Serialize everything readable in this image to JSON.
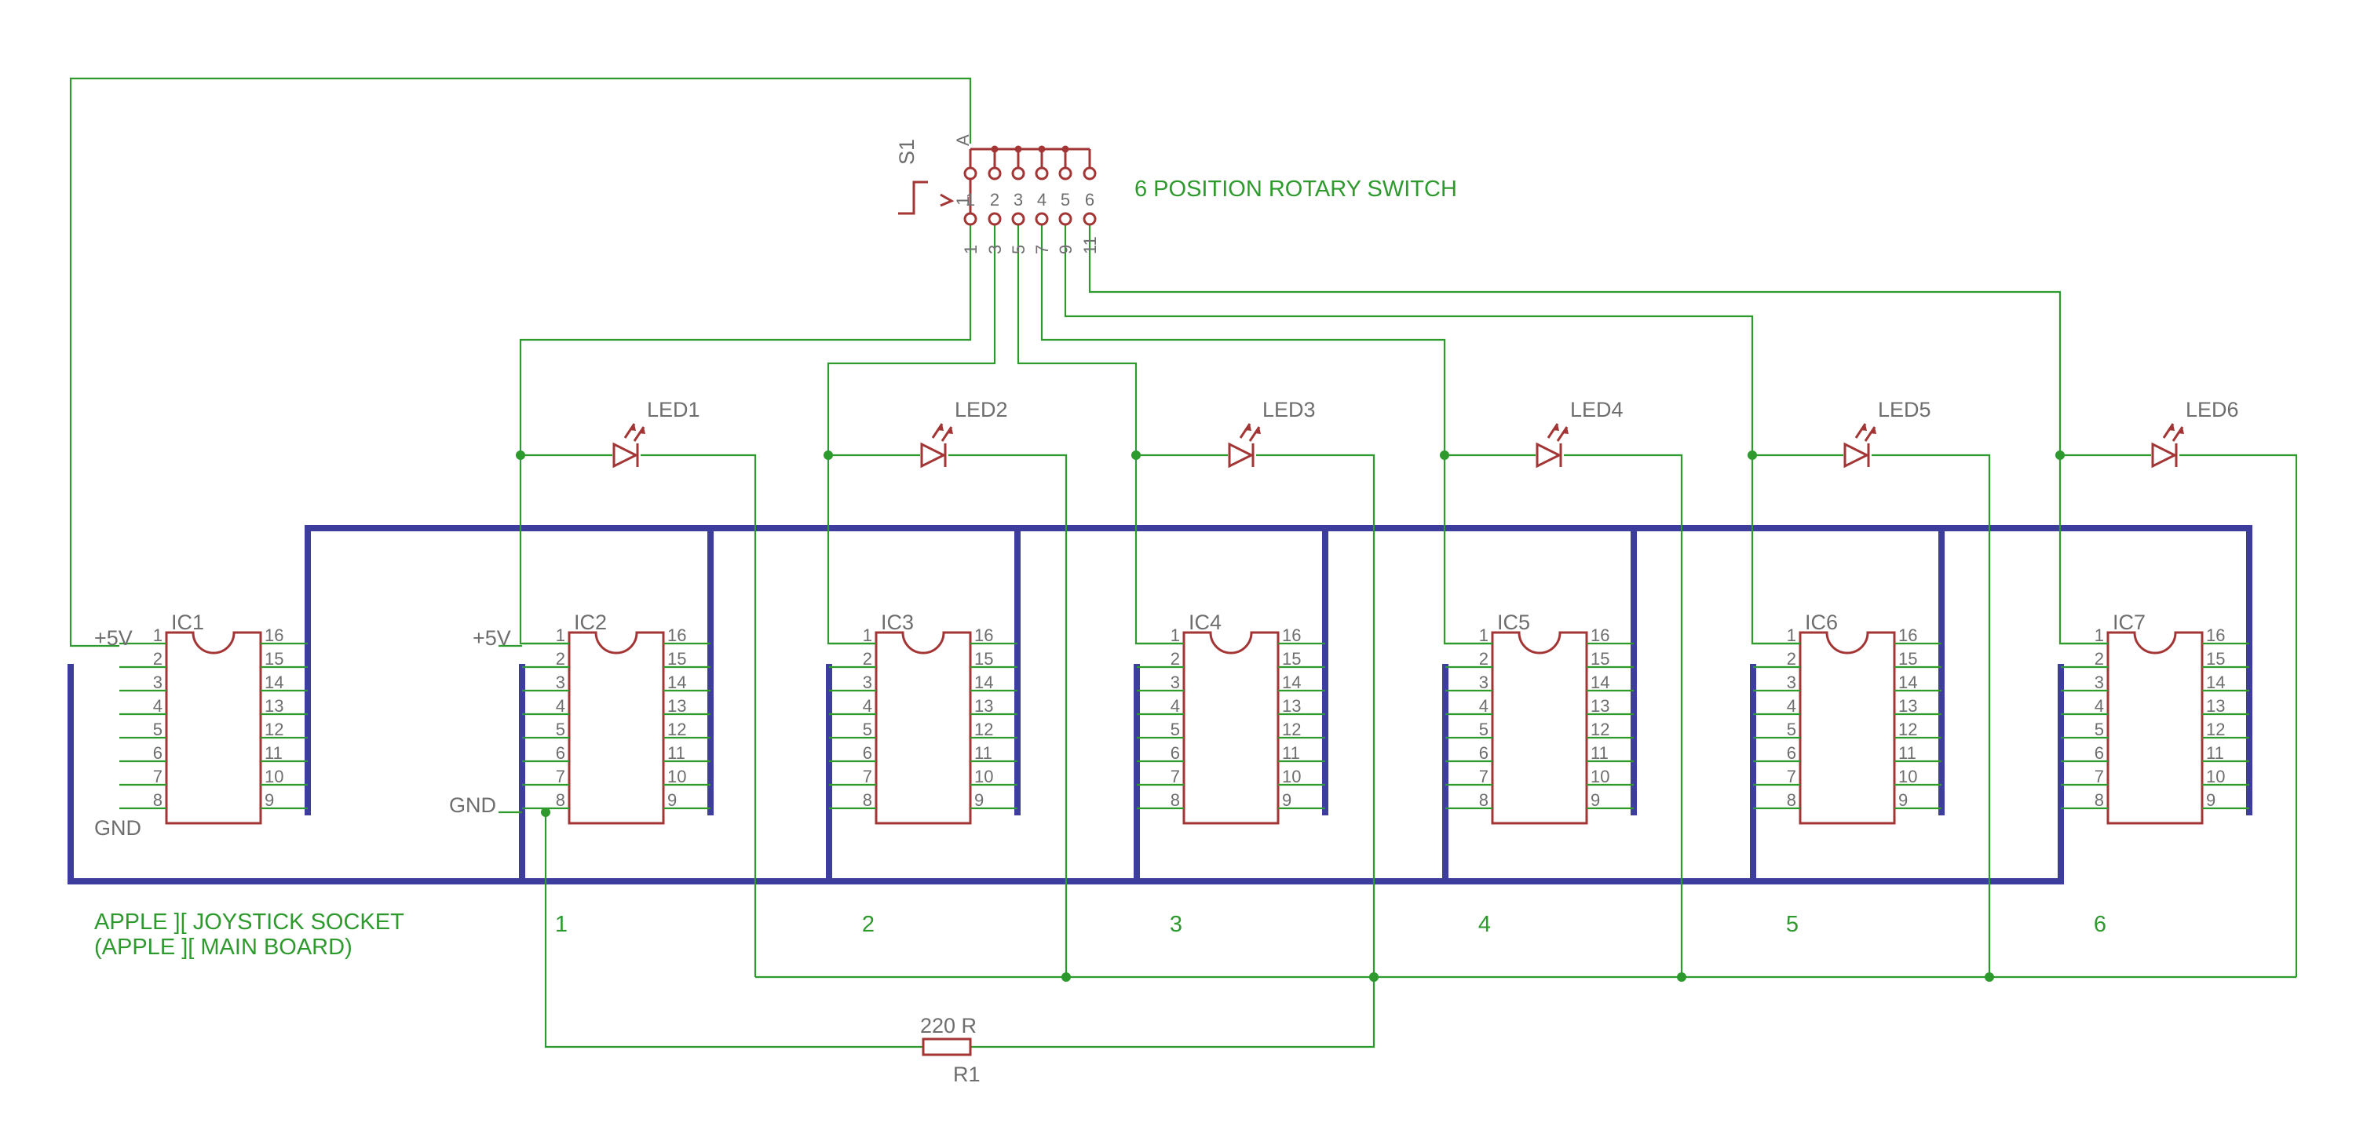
{
  "colors": {
    "wire": "#2e9a2e",
    "bus": "#3d3d9e",
    "part": "#a33535",
    "pin": "#6e6e6e",
    "label": "#6e6e6e",
    "note": "#2e9a2e"
  },
  "switch": {
    "name": "S1",
    "label": "6 POSITION ROTARY SWITCH",
    "common": "A",
    "common_pin": "1",
    "positions": [
      "1",
      "2",
      "3",
      "4",
      "5",
      "6"
    ],
    "pins": [
      "1",
      "3",
      "5",
      "7",
      "9",
      "11"
    ]
  },
  "leds": [
    "LED1",
    "LED2",
    "LED3",
    "LED4",
    "LED5",
    "LED6"
  ],
  "ics": [
    {
      "name": "IC1",
      "plus": "+5V",
      "gnd": "GND"
    },
    {
      "name": "IC2",
      "plus": "+5V",
      "gnd": "GND"
    },
    {
      "name": "IC3"
    },
    {
      "name": "IC4"
    },
    {
      "name": "IC5"
    },
    {
      "name": "IC6"
    },
    {
      "name": "IC7"
    }
  ],
  "ic_left_pins": [
    "1",
    "2",
    "3",
    "4",
    "5",
    "6",
    "7",
    "8"
  ],
  "ic_right_pins": [
    "16",
    "15",
    "14",
    "13",
    "12",
    "11",
    "10",
    "9"
  ],
  "socket": {
    "line1": "APPLE ][ JOYSTICK SOCKET",
    "line2": "(APPLE ][ MAIN BOARD)"
  },
  "positions": [
    "1",
    "2",
    "3",
    "4",
    "5",
    "6"
  ],
  "resistor": {
    "value": "220 R",
    "name": "R1"
  }
}
